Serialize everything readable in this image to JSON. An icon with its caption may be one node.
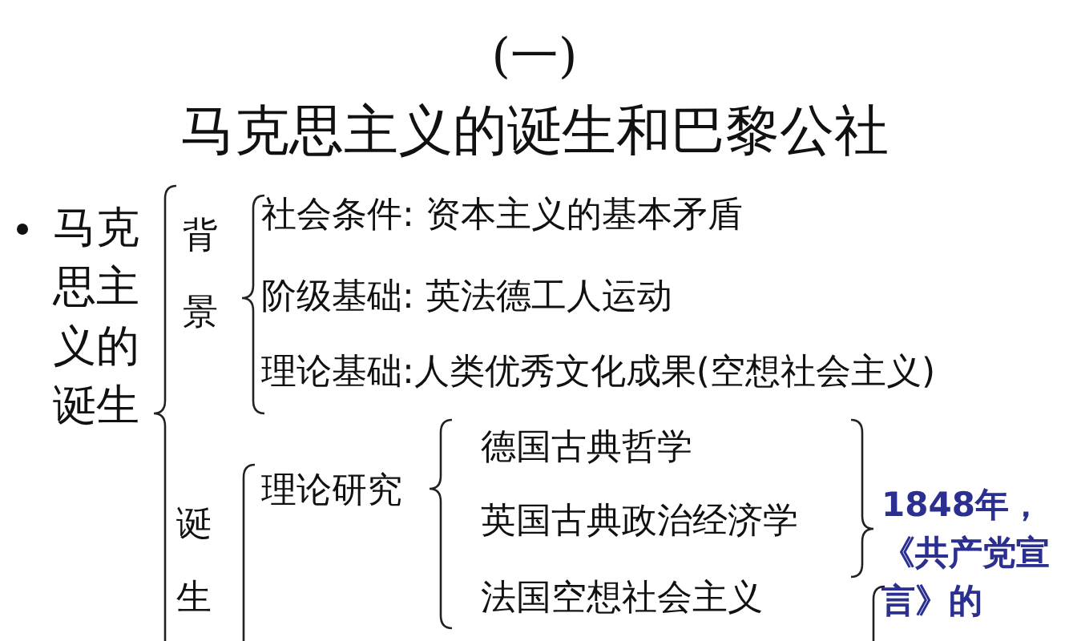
{
  "diagram": {
    "title": "马克思主义的诞生和巴黎公社",
    "labels": [
      "(一)",
      "马克思主义的诞生",
      "背景",
      "社会条件: 资本主义的基本矛盾",
      "阶级基础: 英法德工人运动",
      "理论基础:人类优秀文化成果(空想社会主义)",
      "诞生",
      "理论研究",
      "德国古典哲学",
      "英国古典政治经济学",
      "法国空想社会主义",
      "1848年，《共产党宣言》的"
    ]
  }
}
